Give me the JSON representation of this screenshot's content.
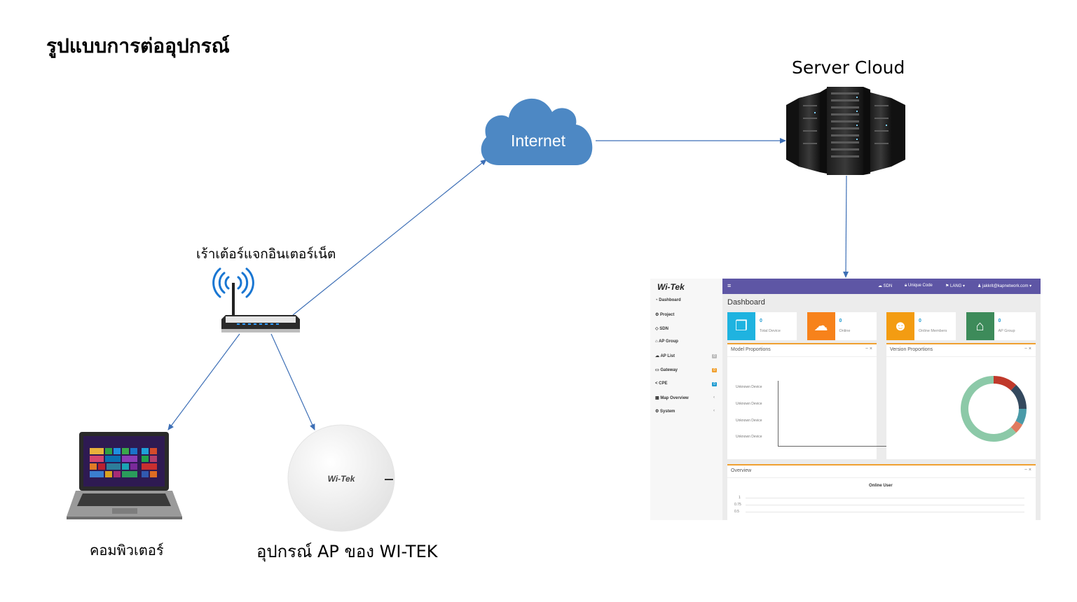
{
  "title": "รูปแบบการต่ออุปกรณ์",
  "nodes": {
    "internet": "Internet",
    "server": "Server Cloud",
    "router": "เร้าเต้อร์แจกอินเตอร์เน็ต",
    "computer": "คอมพิวเตอร์",
    "ap": "อุปกรณ์ AP ของ WI-TEK"
  },
  "ap_device": {
    "brand": "Wi-Tek"
  },
  "dashboard": {
    "logo": "Wi-Tek",
    "top_bar": {
      "menu_icon": "hamburger-icon",
      "sdn": "SDN",
      "unique_code": "Unique Code",
      "lang": "LANG",
      "user": "jakkrit@kapnetwork.com"
    },
    "sidebar": [
      {
        "label": "Dashboard",
        "icon": "dashboard-icon"
      },
      {
        "label": "Project",
        "icon": "cogs-icon"
      },
      {
        "label": "SDN",
        "icon": "diamond-icon"
      },
      {
        "label": "AP Group",
        "icon": "bank-icon"
      },
      {
        "label": "AP List",
        "icon": "cloud-icon",
        "badge": "0",
        "badge_color": "#bbbbbb"
      },
      {
        "label": "Gateway",
        "icon": "desktop-icon",
        "badge": "0",
        "badge_color": "#f0a030"
      },
      {
        "label": "CPE",
        "icon": "share-icon",
        "badge": "0",
        "badge_color": "#1f9bd1"
      },
      {
        "label": "Map Overview",
        "icon": "map-icon",
        "caret": "‹"
      },
      {
        "label": "System",
        "icon": "gear-icon",
        "caret": "‹"
      }
    ],
    "heading": "Dashboard",
    "stats": [
      {
        "value": "0",
        "label": "Total Device",
        "color": "#1fb3e0",
        "icon": "cubes-icon"
      },
      {
        "value": "0",
        "label": "Online",
        "color": "#f7821b",
        "icon": "cloud-upload-icon"
      },
      {
        "value": "0",
        "label": "Online Members",
        "color": "#f39c12",
        "icon": "users-icon"
      },
      {
        "value": "0",
        "label": "AP Group",
        "color": "#3d8b5a",
        "icon": "bank-icon"
      }
    ],
    "model_panel": {
      "title": "Model Proportions",
      "ticks": [
        "Unknown Device",
        "Unknown Device",
        "Unknown Device",
        "Unknown Device"
      ]
    },
    "version_panel": {
      "title": "Version Proportions"
    },
    "overview_panel": {
      "title": "Overview",
      "chart_title": "Online User",
      "y_ticks": [
        "1",
        "0.75",
        "0.5"
      ]
    },
    "panel_controls": "−  ×"
  },
  "chart_data": {
    "type": "pie",
    "title": "",
    "slices": [
      {
        "value": 12,
        "color": "#c0392b"
      },
      {
        "value": 13,
        "color": "#34495e"
      },
      {
        "value": 8,
        "color": "#4a9aa8"
      },
      {
        "value": 5,
        "color": "#e07a5f"
      },
      {
        "value": 62,
        "color": "#8cc9a8"
      }
    ]
  }
}
